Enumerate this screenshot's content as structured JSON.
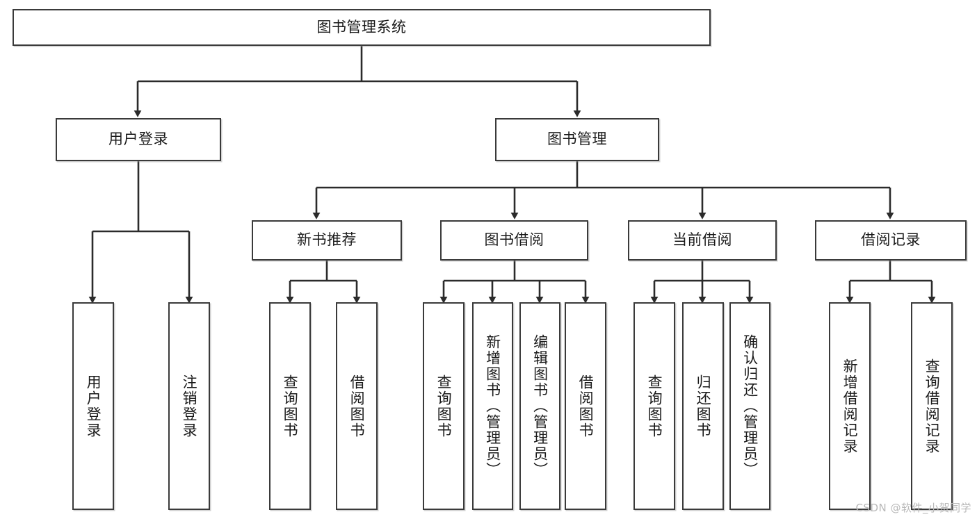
{
  "diagram": {
    "type": "tree",
    "title": "图书管理系统",
    "orientation": "top-down",
    "colors": {
      "box_border": "#3a3a3a",
      "box_fill": "#ffffff",
      "edge": "#2b2b2b",
      "text": "#1a1a1a",
      "watermark": "#b9b9b9"
    },
    "root": {
      "id": "root",
      "label": "图书管理系统"
    },
    "level2": [
      {
        "id": "n-user-login",
        "label": "用户登录"
      },
      {
        "id": "n-book-mgmt",
        "label": "图书管理"
      }
    ],
    "level3": [
      {
        "id": "n-new-book-rec",
        "label": "新书推荐",
        "parent": "n-book-mgmt"
      },
      {
        "id": "n-book-borrow",
        "label": "图书借阅",
        "parent": "n-book-mgmt"
      },
      {
        "id": "n-current-borrow",
        "label": "当前借阅",
        "parent": "n-book-mgmt"
      },
      {
        "id": "n-borrow-record",
        "label": "借阅记录",
        "parent": "n-book-mgmt"
      }
    ],
    "leaves": [
      {
        "id": "leaf-user-login",
        "label": "用户登录",
        "parent": "n-user-login"
      },
      {
        "id": "leaf-user-logout",
        "label": "注销登录",
        "parent": "n-user-login"
      },
      {
        "id": "leaf-rec-query",
        "label": "查询图书",
        "parent": "n-new-book-rec"
      },
      {
        "id": "leaf-rec-borrow",
        "label": "借阅图书",
        "parent": "n-new-book-rec"
      },
      {
        "id": "leaf-borrow-query",
        "label": "查询图书",
        "parent": "n-book-borrow"
      },
      {
        "id": "leaf-borrow-add",
        "label": "新增图书（管理员）",
        "parent": "n-book-borrow"
      },
      {
        "id": "leaf-borrow-edit",
        "label": "编辑图书（管理员）",
        "parent": "n-book-borrow"
      },
      {
        "id": "leaf-borrow-lend",
        "label": "借阅图书",
        "parent": "n-book-borrow"
      },
      {
        "id": "leaf-cur-query",
        "label": "查询图书",
        "parent": "n-current-borrow"
      },
      {
        "id": "leaf-cur-return",
        "label": "归还图书",
        "parent": "n-current-borrow"
      },
      {
        "id": "leaf-cur-confirm",
        "label": "确认归还（管理员）",
        "parent": "n-current-borrow"
      },
      {
        "id": "leaf-rec-add",
        "label": "新增借阅记录",
        "parent": "n-borrow-record"
      },
      {
        "id": "leaf-rec-query2",
        "label": "查询借阅记录",
        "parent": "n-borrow-record"
      }
    ]
  },
  "watermark": {
    "text": "CSDN @软件_小贺同学"
  }
}
